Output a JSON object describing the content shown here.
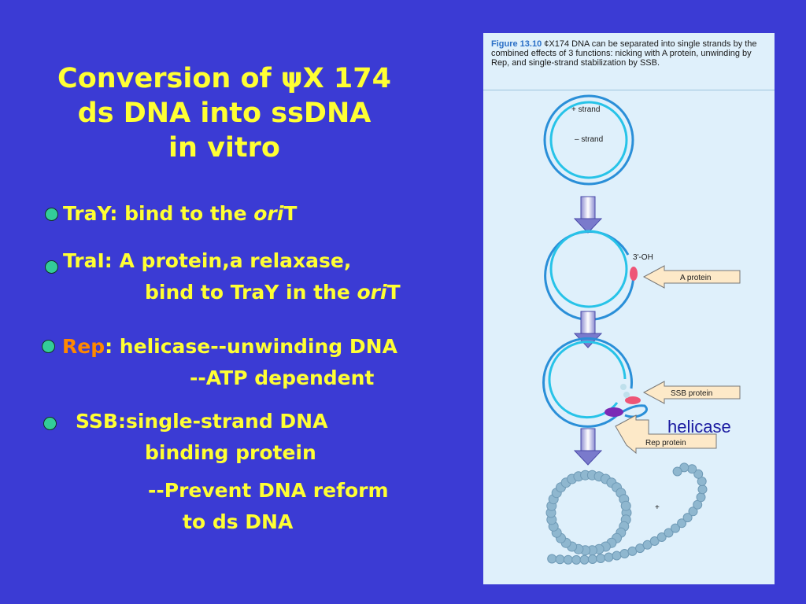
{
  "title": {
    "line1": "Conversion of ψX 174",
    "line2": "ds DNA into ssDNA",
    "line3": "in vitro"
  },
  "bullets": {
    "tray": {
      "prefix": "TraY: bind to the ",
      "ori": "ori",
      "suffix": "T"
    },
    "trai": {
      "line1": "TraI: A protein,a relaxase,",
      "line2_prefix": "bind to TraY in the ",
      "ori": "ori",
      "suffix": "T"
    },
    "rep": {
      "label": "Rep",
      "line1_rest": ": helicase--unwinding DNA",
      "line2": "--ATP dependent"
    },
    "ssb": {
      "line1": "SSB:single-strand DNA",
      "line2": "binding protein",
      "line3": "--Prevent DNA reform",
      "line4": "to ds DNA"
    }
  },
  "figure": {
    "caption_label": "Figure 13.10",
    "caption_text": " ¢X174 DNA can be separated into single strands by the combined effects of 3 functions: nicking with A protein, unwinding by Rep, and single-strand stabilization by SSB.",
    "plus_strand": "+ strand",
    "minus_strand": "– strand",
    "three_oh": "3'-OH",
    "a_protein": "A protein",
    "ssb_protein": "SSB protein",
    "rep_protein": "Rep protein",
    "plus_sign": "+"
  },
  "helicase_label": "helicase",
  "colors": {
    "background": "#3b3bd4",
    "title_text": "#ffff33",
    "rep_text": "#ff8800",
    "bullet_dot": "#33cc99",
    "helicase_text": "#1a1aa0"
  }
}
